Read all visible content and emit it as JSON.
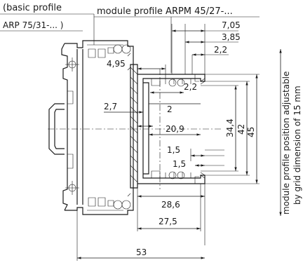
{
  "labels": {
    "basic_line1": "(basic profile",
    "basic_line2": "ARP 75/31-... )",
    "module": "module profile ARPM 45/27-...",
    "vertical_line1": "module profile position adjustable",
    "vertical_line2": "by grid dimension of 15 mm"
  },
  "dimensions": {
    "d705": "7,05",
    "d385": "3,85",
    "d22a": "2,2",
    "d495": "4,95",
    "d22b": "2,2",
    "d27": "2,7",
    "d2": "2",
    "d209": "20,9",
    "d15a": "1,5",
    "d15b": "1,5",
    "d344": "34,4",
    "d42": "42",
    "d45": "45",
    "d286": "28,6",
    "d275": "27,5",
    "d53": "53"
  }
}
